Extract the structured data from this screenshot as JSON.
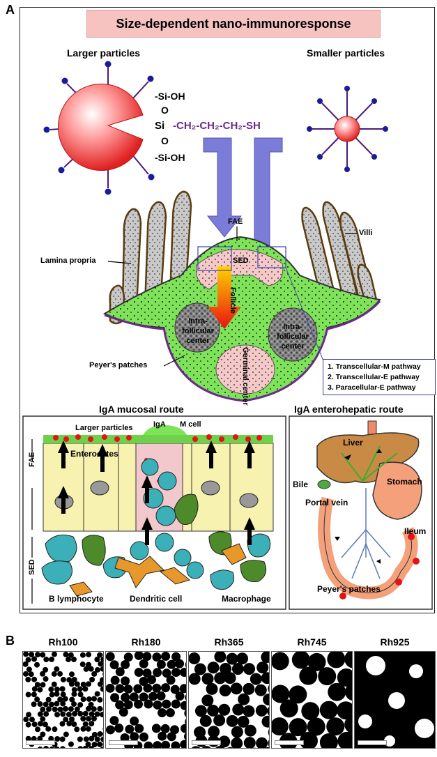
{
  "panel_a": {
    "letter": "A",
    "title": "Size-dependent nano-immunoresponse",
    "larger_particles": "Larger particles",
    "smaller_particles": "Smaller particles",
    "chem": {
      "siloh_top": "-Si-OH",
      "o_top": "O",
      "si_mid": "Si",
      "chain": "-CH₂-CH₂-CH₂-SH",
      "o_bottom": "O",
      "siloh_bottom": "-Si-OH"
    },
    "patch": {
      "fae": "FAE",
      "villi": "Villi",
      "lamina_propria": "Lamina propria",
      "sed": "SED",
      "follicle": "Follicle",
      "intra_left": "Intra-follicular center",
      "intra_right": "Intra-follicular center",
      "germinal": "Germinal center",
      "peyers": "Peyer's patches"
    },
    "pathways": [
      "1. Transcellular-M pathway",
      "2. Transcellular-E pathway",
      "3. Paracellular-E pathway"
    ],
    "mucosal": {
      "heading": "IgA mucosal route",
      "larger_particles": "Larger particles",
      "iga": "IgA",
      "m_cell": "M cell",
      "enterocytes": "Enterocytes",
      "fae": "FAE",
      "sed": "SED",
      "b_lymphocyte": "B lymphocyte",
      "dendritic": "Dendritic cell",
      "macrophage": "Macrophage"
    },
    "enterohepatic": {
      "heading": "IgA enterohepatic route",
      "liver": "Liver",
      "bile": "Bile",
      "stomach": "Stomach",
      "portal_vein": "Portal vein",
      "ileum": "Ileum",
      "peyers": "Peyer's patches"
    }
  },
  "panel_b": {
    "letter": "B",
    "tiles": [
      "Rh100",
      "Rh180",
      "Rh365",
      "Rh745",
      "Rh925"
    ]
  }
}
